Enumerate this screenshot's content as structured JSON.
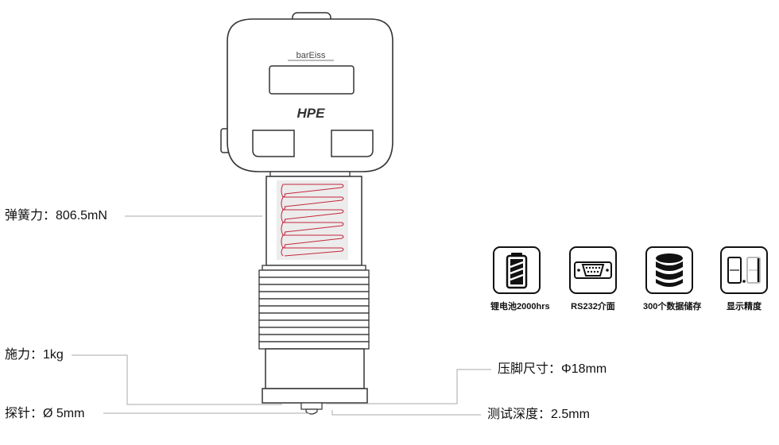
{
  "device": {
    "brand_logo": "barEiss",
    "model": "HPE"
  },
  "specs": {
    "spring_force": "弹簧力：806.5mN",
    "applied_force": "施力：1kg",
    "probe": "探针：Ø  5mm",
    "foot_size": "压脚尺寸：Φ18mm",
    "depth": "测试深度：2.5mm"
  },
  "features": [
    {
      "icon": "battery-icon",
      "label": "锂电池2000hrs"
    },
    {
      "icon": "serial-port-icon",
      "label": "RS232介面"
    },
    {
      "icon": "database-icon",
      "label": "300个数据储存"
    },
    {
      "icon": "seven-segment-display-icon",
      "label": "显示精度"
    }
  ],
  "colors": {
    "outline": "#333333",
    "spring": "#c4283c",
    "spring_bg": "#ececec",
    "leader_line": "#aaaaaa"
  }
}
